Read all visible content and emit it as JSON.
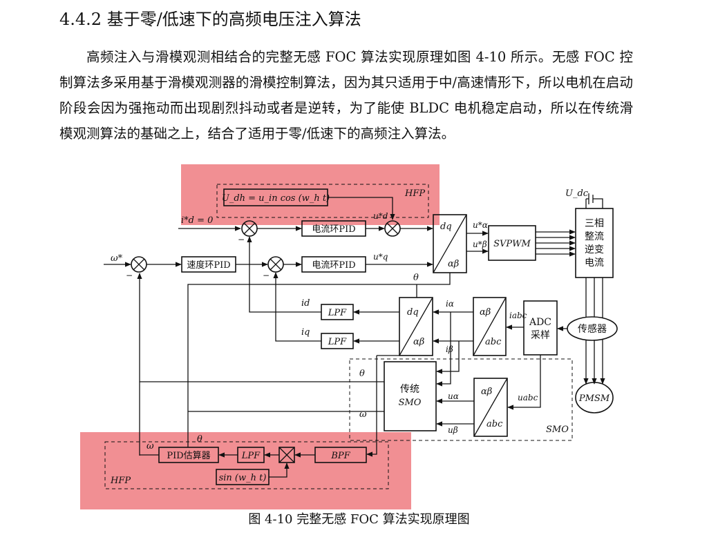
{
  "section": {
    "heading": "4.4.2 基于零/低速下的高频电压注入算法",
    "paragraph": "高频注入与滑模观测相结合的完整无感 FOC 算法实现原理如图 4-10 所示。无感 FOC 控制算法多采用基于滑模观测器的滑模控制算法，因为其只适用于中/高速情形下，所以电机在启动阶段会因为强拖动而出现剧烈抖动或者是逆转，为了能使 BLDC 电机稳定启动，所以在传统滑模观测算法的基础之上，结合了适用于零/低速下的高频注入算法。"
  },
  "figure": {
    "caption": "图 4-10  完整无感 FOC 算法实现原理图",
    "highlight_color": "#ee7b80",
    "blocks": {
      "injection": "U_dh = u_in cos (w_h t)",
      "hfp": "HFP",
      "current_pid": "电流环PID",
      "speed_pid": "速度环PID",
      "park_top": "dq",
      "park_bottom": "αβ",
      "svpwm": "SVPWM",
      "inverter": [
        "三相",
        "整流",
        "逆变",
        "电流"
      ],
      "lpf": "LPF",
      "clarke_top": "αβ",
      "clarke_bottom": "abc",
      "adc": [
        "ADC",
        "采样"
      ],
      "sensor": "传感器",
      "smo": [
        "传统",
        "SMO"
      ],
      "smo_group": "SMO",
      "pmsm": "PMSM",
      "pid_estimator": "PID估算器",
      "bpf": "BPF",
      "sin_block": "sin (w_h t)",
      "udc": "U_dc"
    },
    "signals": {
      "id_ref": "i*d = 0",
      "omega_ref": "ω*",
      "ud_ref": "u*d",
      "uq_ref": "u*q",
      "ualpha_ref": "u*α",
      "ubeta_ref": "u*β",
      "theta": "θ",
      "omega": "ω",
      "id": "id",
      "iq": "iq",
      "ialpha": "iα",
      "ibeta": "iβ",
      "iabc": "iabc",
      "ualpha": "uα",
      "ubeta": "uβ",
      "uabc": "uabc",
      "minus": "−"
    }
  }
}
